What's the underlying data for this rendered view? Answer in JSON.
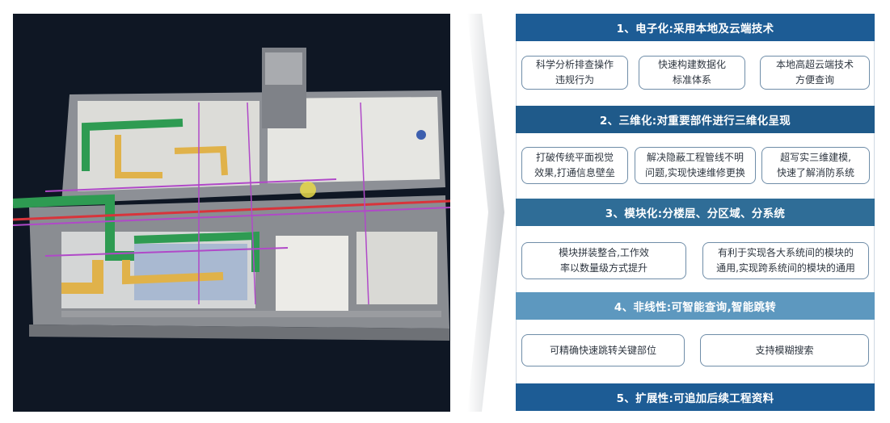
{
  "colors": {
    "header_1": "#1d5c95",
    "header_2": "#1f5a8a",
    "header_3": "#2f6d97",
    "header_4": "#5d98bf",
    "header_5": "#1d5c95",
    "box_border": "#6f8da8",
    "scene_background": "#0f1724"
  },
  "left_image": {
    "description_icon": "bim-3d-building-model-image"
  },
  "sections": [
    {
      "title": "1、电子化:采用本地及云端技术",
      "items": [
        "科学分析排查操作\n违规行为",
        "快速构建数据化\n标准体系",
        "本地高超云端技术\n方便查询"
      ]
    },
    {
      "title": "2、三维化:对重要部件进行三维化呈现",
      "items": [
        "打破传统平面视觉\n效果,打通信息壁垒",
        "解决隐蔽工程管线不明\n问题,实现快速维修更换",
        "超写实三维建模,\n快速了解消防系统"
      ]
    },
    {
      "title": "3、模块化:分楼层、分区域、分系统",
      "items": [
        "模块拼装整合,工作效\n率以数量级方式提升",
        "有利于实现各大系统间的模块的\n通用,实现跨系统间的模块的通用"
      ]
    },
    {
      "title": "4、非线性:可智能查询,智能跳转",
      "items": [
        "可精确快速跳转关键部位",
        "支持模糊搜索"
      ]
    },
    {
      "title": "5、扩展性:可追加后续工程资料",
      "items": []
    }
  ]
}
